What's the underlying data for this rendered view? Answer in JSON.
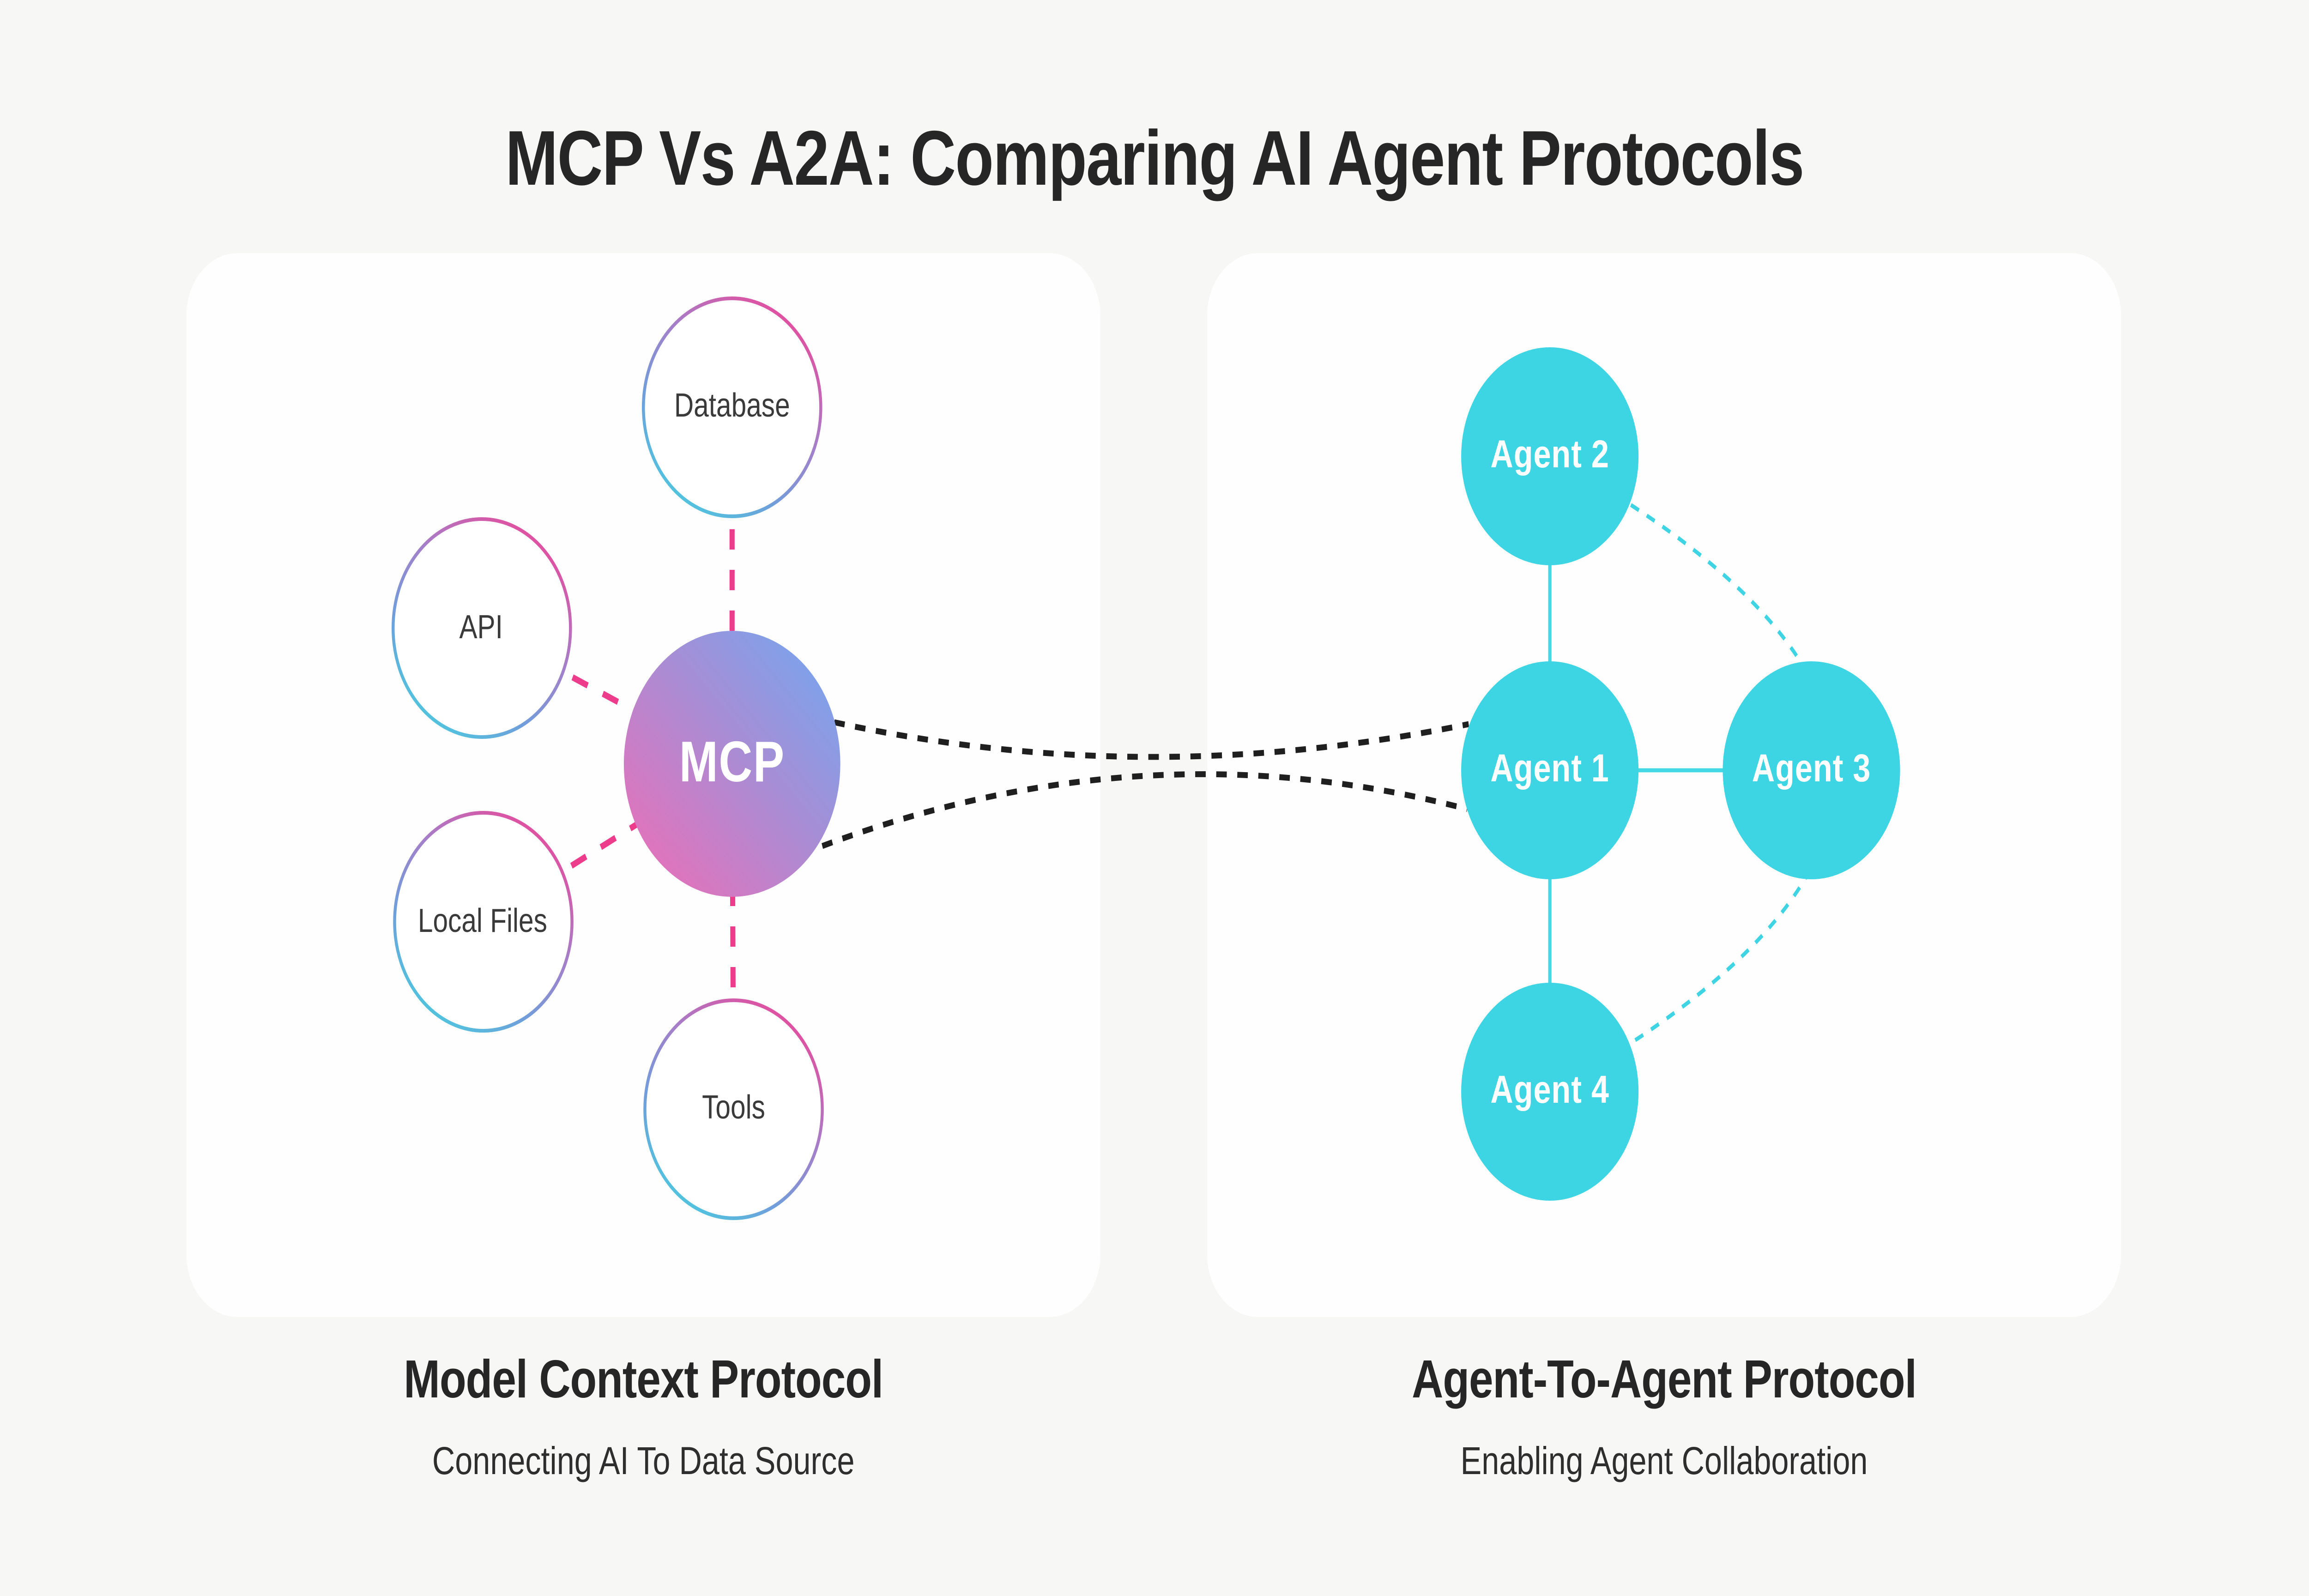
{
  "title": "MCP Vs A2A: Comparing AI Agent Protocols",
  "left_panel": {
    "center": {
      "label": "MCP"
    },
    "satellites": [
      {
        "label": "Database"
      },
      {
        "label": "API"
      },
      {
        "label": "Local Files"
      },
      {
        "label": "Tools"
      }
    ],
    "caption": "Model Context Protocol",
    "subcaption": "Connecting AI To Data Source"
  },
  "right_panel": {
    "agents": [
      {
        "label": "Agent 2"
      },
      {
        "label": "Agent 1"
      },
      {
        "label": "Agent 3"
      },
      {
        "label": "Agent 4"
      }
    ],
    "caption": "Agent-To-Agent Protocol",
    "subcaption": "Enabling Agent Collaboration"
  },
  "colors": {
    "background": "#f7f7f5",
    "panel": "#fefefe",
    "title_text": "#262626",
    "pink_dash": "#ee3c8c",
    "black_dots": "#1f1f1f",
    "agent_cyan": "#3dd5e3",
    "cyan_line": "#44d7e5",
    "mcp_gradient_start": "#f16cb4",
    "mcp_gradient_end": "#6fa9f1",
    "ring_gradient_start": "#ee4697",
    "ring_gradient_end": "#47cfdf"
  }
}
